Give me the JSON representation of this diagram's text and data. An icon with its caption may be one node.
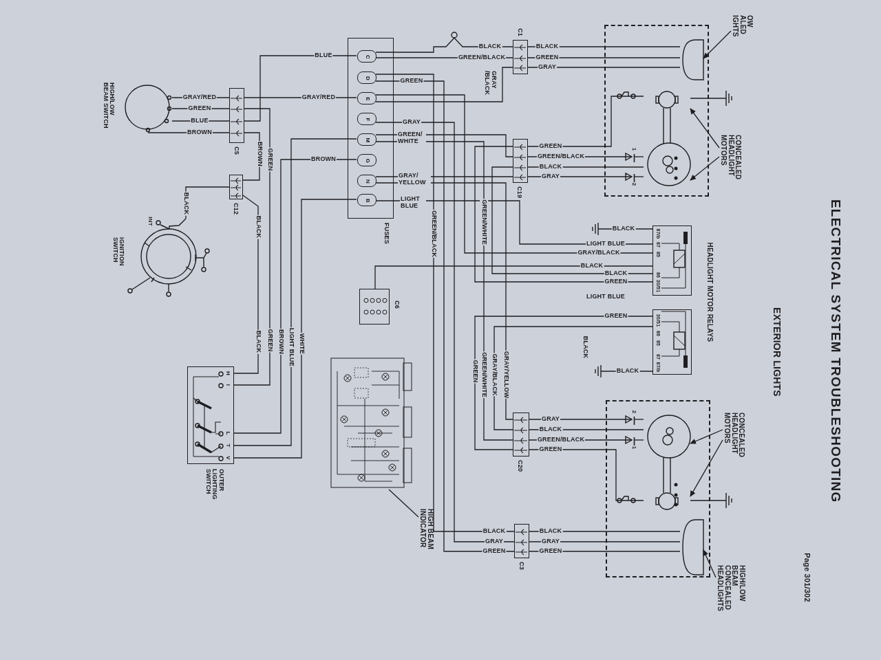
{
  "diagram": {
    "title": "ELECTRICAL SYSTEM TROUBLESHOOTING",
    "nodes": [
      {
        "text": [
          "HIGH/LOW BEAM SWITCH"
        ]
      },
      {
        "text": [
          "C5"
        ]
      },
      {
        "text": [
          "C12"
        ]
      },
      {
        "text": [
          "IGNITION SWITCH"
        ]
      },
      {
        "text": [
          "FUSES"
        ]
      },
      {
        "text": [
          "C"
        ],
        "in": 4
      },
      {
        "text": [
          "D"
        ],
        "in": 4
      },
      {
        "text": [
          "E"
        ],
        "in": 4
      },
      {
        "text": [
          "F"
        ],
        "in": 4
      },
      {
        "text": [
          "M"
        ],
        "in": 4
      },
      {
        "text": [
          "G"
        ],
        "in": 4
      },
      {
        "text": [
          "N"
        ],
        "in": 4
      },
      {
        "text": [
          "B"
        ],
        "in": 4
      },
      {
        "text": [
          "C6"
        ]
      },
      {
        "text": [
          "OUTER LIGHTING SWITCH"
        ]
      },
      {
        "text": [],
        "shape": "picture"
      },
      {
        "text": [
          "HIGH BEAM INDICATOR"
        ]
      },
      {
        "text": [
          "C1"
        ]
      },
      {
        "text": [
          "C19"
        ]
      },
      {
        "text": [
          "C20"
        ]
      },
      {
        "text": [
          "C3"
        ]
      },
      {
        "text": [],
        "shape": "box"
      },
      {
        "text": [],
        "shape": "picture",
        "in": 21
      },
      {
        "text": [],
        "shape": "picture",
        "in": 21
      },
      {
        "text": [
          "OW ALED IGHTS"
        ]
      },
      {
        "text": [
          "CONCEALED HEADLIGHT MOTORS"
        ]
      },
      {
        "text": [],
        "shape": "box"
      },
      {
        "text": [],
        "shape": "box"
      },
      {
        "text": [],
        "shape": "box"
      },
      {
        "text": [],
        "shape": "picture",
        "in": 28
      },
      {
        "text": [],
        "shape": "picture",
        "in": 28
      },
      {
        "text": [
          "CONCEALED HEADLIGHT MOTORS"
        ]
      },
      {
        "text": [
          "HIGH/LOW BEAM CONCEALED HEADLIGHTS"
        ]
      },
      {
        "text": [],
        "shape": "ground"
      },
      {
        "text": [],
        "shape": "ground"
      },
      {
        "text": [],
        "shape": "ground"
      },
      {
        "text": [],
        "shape": "ground"
      },
      {
        "text": [],
        "shape": "bar",
        "in": 21
      },
      {
        "text": [],
        "shape": "bar",
        "in": 21
      },
      {
        "text": [],
        "shape": "bar",
        "in": 28
      },
      {
        "text": [],
        "shape": "bar",
        "in": 28
      }
    ],
    "edges": [
      {
        "from": 0,
        "to": 1,
        "arrow": "none",
        "label": "GRAY/RED"
      },
      {
        "from": 0,
        "to": 1,
        "arrow": "none",
        "label": "GREEN"
      },
      {
        "from": 0,
        "to": 1,
        "arrow": "none",
        "label": "BLUE"
      },
      {
        "from": 0,
        "to": 1,
        "arrow": "none",
        "label": "BROWN"
      },
      {
        "from": 1,
        "to": 7,
        "arrow": "none",
        "label": "GRAY/RED"
      },
      {
        "from": 1,
        "to": 5,
        "arrow": "none",
        "label": "BLUE"
      },
      {
        "from": 1,
        "to": 14,
        "arrow": "none",
        "label": "GREEN"
      },
      {
        "from": 1,
        "to": 2,
        "arrow": "none",
        "label": "BROWN"
      },
      {
        "from": 2,
        "to": 3,
        "arrow": "none",
        "label": "BLACK"
      },
      {
        "from": 2,
        "to": 14,
        "arrow": "none",
        "label": "BLACK"
      },
      {
        "from": 10,
        "to": 14,
        "arrow": "none",
        "label": "BROWN"
      },
      {
        "from": 9,
        "to": 14,
        "arrow": "none",
        "label": "LIGHT BLUE"
      },
      {
        "from": 12,
        "to": 14,
        "arrow": "none",
        "label": "WHITE"
      },
      {
        "from": 5,
        "to": 17,
        "arrow": "none",
        "label": "BLACK"
      },
      {
        "from": 5,
        "to": 17,
        "arrow": "none",
        "label": "GREEN/BLACK"
      },
      {
        "from": 7,
        "to": 17,
        "arrow": "none",
        "label": "GRAY /BLACK"
      },
      {
        "from": 17,
        "to": 22,
        "arrow": "none",
        "label": "BLACK"
      },
      {
        "from": 17,
        "to": 22,
        "arrow": "none",
        "label": "GREEN"
      },
      {
        "from": 17,
        "to": 22,
        "arrow": "none",
        "label": "GRAY"
      },
      {
        "from": 6,
        "to": 20,
        "arrow": "none",
        "label": "GREEN"
      },
      {
        "from": 8,
        "to": 20,
        "arrow": "none",
        "label": "GRAY"
      },
      {
        "from": 6,
        "to": 20,
        "arrow": "none",
        "label": "GREEN/BLACK"
      },
      {
        "from": 20,
        "to": 30,
        "arrow": "none",
        "label": "BLACK"
      },
      {
        "from": 20,
        "to": 30,
        "arrow": "none",
        "label": "GRAY"
      },
      {
        "from": 20,
        "to": 30,
        "arrow": "none",
        "label": "GREEN"
      },
      {
        "from": 9,
        "to": 18,
        "arrow": "none",
        "label": "GREEN/ WHITE"
      },
      {
        "from": 11,
        "to": 18,
        "arrow": "none",
        "label": "GRAY/ YELLOW"
      },
      {
        "from": 26,
        "to": 18,
        "arrow": "none",
        "label": "GREEN"
      },
      {
        "from": 26,
        "to": 18,
        "arrow": "none",
        "label": "BLACK"
      },
      {
        "from": 12,
        "to": 26,
        "arrow": "none",
        "label": "LIGHT BLUE"
      },
      {
        "from": 7,
        "to": 26,
        "arrow": "none",
        "label": "GRAY/BLACK"
      },
      {
        "from": 13,
        "to": 26,
        "arrow": "none",
        "label": "BLACK"
      },
      {
        "from": 27,
        "to": 19,
        "arrow": "none",
        "label": "GREEN"
      },
      {
        "from": 27,
        "to": 19,
        "arrow": "none",
        "label": "GRAY/BLACK"
      },
      {
        "from": 9,
        "to": 19,
        "arrow": "none",
        "label": "GREEN/WHITE"
      },
      {
        "from": 11,
        "to": 19,
        "arrow": "none",
        "label": "GRAY/YELLOW"
      },
      {
        "from": 18,
        "to": 23,
        "arrow": "none",
        "label": "GREEN"
      },
      {
        "from": 18,
        "to": 37,
        "arrow": "to",
        "label": "GREEN/BLACK"
      },
      {
        "from": 18,
        "to": 23,
        "arrow": "none",
        "label": "BLACK"
      },
      {
        "from": 18,
        "to": 38,
        "arrow": "to",
        "label": "GRAY"
      },
      {
        "from": 19,
        "to": 39,
        "arrow": "to",
        "label": "GRAY"
      },
      {
        "from": 19,
        "to": 29,
        "arrow": "none",
        "label": "BLACK"
      },
      {
        "from": 19,
        "to": 40,
        "arrow": "to",
        "label": "GREEN/BLACK"
      },
      {
        "from": 19,
        "to": 29,
        "arrow": "none",
        "label": "GREEN"
      },
      {
        "from": 26,
        "to": 34,
        "arrow": "none",
        "label": "BLACK"
      },
      {
        "from": 27,
        "to": 35,
        "arrow": "none",
        "label": "BLACK"
      },
      {
        "from": 23,
        "to": 33,
        "arrow": "none"
      },
      {
        "from": 29,
        "to": 36,
        "arrow": "none"
      },
      {
        "from": 16,
        "to": 15,
        "arrow": "none"
      },
      {
        "from": 25,
        "to": 23,
        "arrow": "to"
      },
      {
        "from": 25,
        "to": 23,
        "arrow": "to"
      },
      {
        "from": 24,
        "to": 22,
        "arrow": "to"
      },
      {
        "from": 31,
        "to": 29,
        "arrow": "to"
      },
      {
        "from": 31,
        "to": 29,
        "arrow": "to"
      },
      {
        "from": 32,
        "to": 30,
        "arrow": "to"
      },
      {
        "from": 37,
        "to": 23,
        "arrow": "none"
      },
      {
        "from": 38,
        "to": 23,
        "arrow": "none"
      },
      {
        "from": 39,
        "to": 29,
        "arrow": "none"
      },
      {
        "from": 40,
        "to": 29,
        "arrow": "none"
      }
    ],
    "labels": [
      "EXTERIOR LIGHTS",
      "Page 301/302",
      "INT",
      "H",
      "I",
      "L",
      "T",
      "V",
      "GREEN",
      "BLACK",
      "BROWN",
      "GREEN",
      "GRAY",
      "BLACK",
      "LIGHT BLUE",
      "GREEN",
      "GREEN/WHITE",
      "HEADLIGHT MOTOR RELAYS",
      "LIGHT BLUE",
      "BLACK",
      "87/b",
      "87",
      "85",
      "86",
      "30/51",
      "30/51",
      "86",
      "85",
      "87",
      "87/b",
      "1",
      "2",
      "2",
      "1"
    ]
  }
}
